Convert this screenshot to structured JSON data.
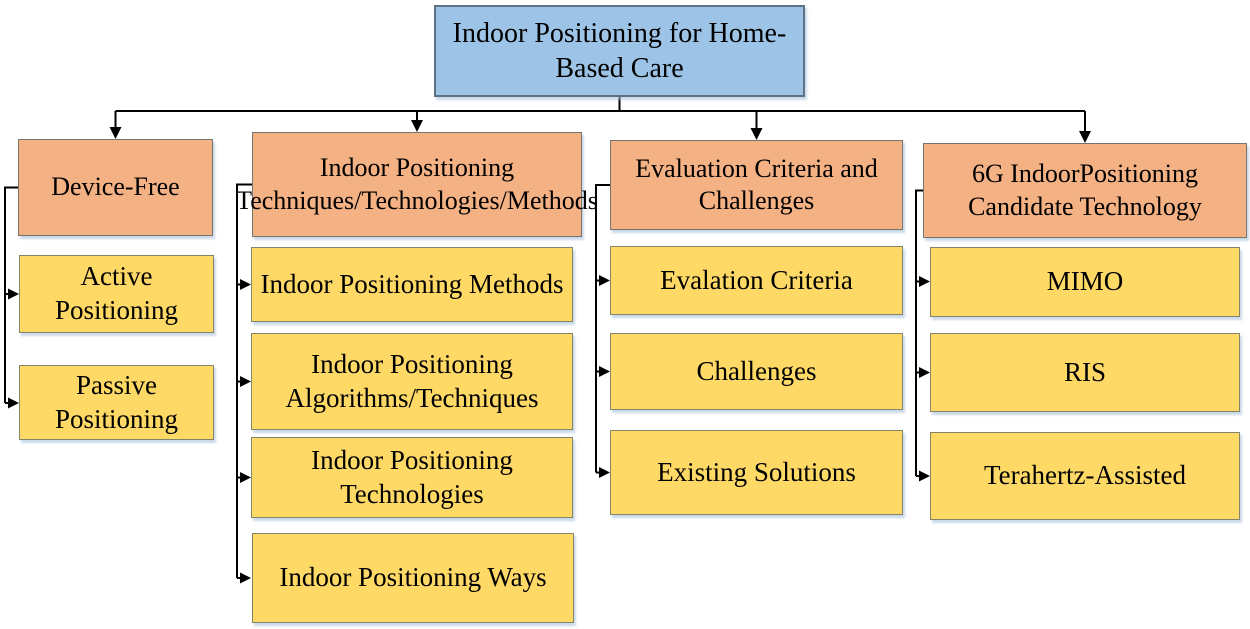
{
  "title": "Indoor positioning taxonomy diagram",
  "colors": {
    "root_fill": "#9dc3e6",
    "branch_fill": "#f4b183",
    "leaf_fill": "#ffd966",
    "connector": "#000000"
  },
  "diagram": {
    "root": {
      "label": "Indoor Positioning for Home-Based Care"
    },
    "branches": [
      {
        "label": "Device-Free",
        "children": [
          "Active Positioning",
          "Passive Positioning"
        ]
      },
      {
        "label": "Indoor Positioning Techniques/Technologies/Methods",
        "children": [
          "Indoor Positioning Methods",
          "Indoor Positioning Algorithms/Techniques",
          "Indoor Positioning Technologies",
          "Indoor Positioning Ways"
        ]
      },
      {
        "label": "Evaluation Criteria and Challenges",
        "children": [
          "Evalation Criteria",
          "Challenges",
          "Existing Solutions"
        ]
      },
      {
        "label": "6G IndoorPositioning Candidate Technology",
        "children": [
          "MIMO",
          "RIS",
          "Terahertz-Assisted"
        ]
      }
    ]
  }
}
